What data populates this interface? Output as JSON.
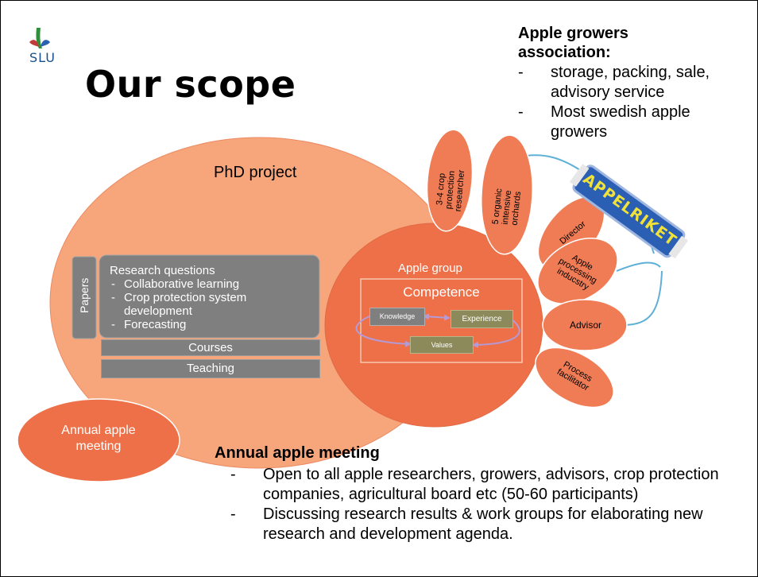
{
  "logo": {
    "text": "SLU"
  },
  "title": "Our scope",
  "growers": {
    "heading": "Apple growers association:",
    "bullets": [
      "storage, packing, sale, advisory service",
      "Most swedish apple growers"
    ]
  },
  "diagram": {
    "phd_label": "PhD project",
    "papers": "Papers",
    "research_heading": "Research questions",
    "research_items": [
      "Collaborative learning",
      "Crop protection system development",
      "Forecasting"
    ],
    "courses": "Courses",
    "teaching": "Teaching",
    "apple_group": "Apple group",
    "competence": "Competence",
    "knowledge": "Knowledge",
    "experience": "Experience",
    "values": "Values",
    "researcher_oval": "3-4 crop protection researcher",
    "orchards_oval": "5 organic intensive orchards",
    "director_oval": "Director",
    "industry_oval": "Apple processing inducstry",
    "advisor_oval": "Advisor",
    "facilitator_oval": "Process facilitator",
    "annual_oval": "Annual apple meeting",
    "banner": "APPELRIKET"
  },
  "meeting": {
    "heading": "Annual apple meeting",
    "bullets": [
      "Open to all apple researchers, growers, advisors, crop protection companies, agricultural board etc (50-60 participants)",
      "Discussing research results & work groups for elaborating new research and development agenda."
    ]
  },
  "colors": {
    "phd_fill": "#f7a57b",
    "group_fill": "#ee7048",
    "oval_fill": "#ef7c55",
    "box_gray": "#7f7f7f",
    "box_olive": "#8c8a5b",
    "connector": "#5fb0d6",
    "banner_blue": "#2a5fb4",
    "banner_yellow": "#f1e23a"
  }
}
